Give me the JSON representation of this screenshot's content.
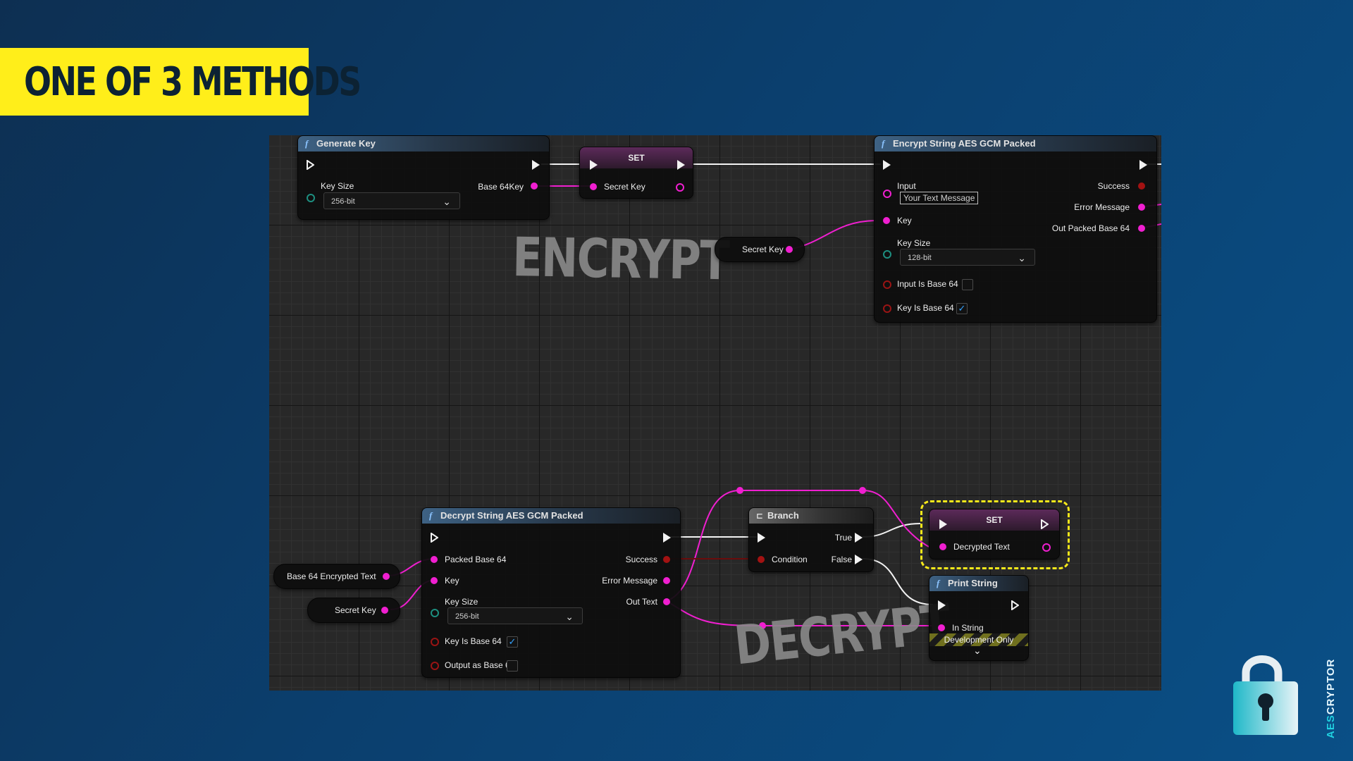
{
  "banner": {
    "text": "ONE OF 3 METHODS",
    "color": "#ffee1a"
  },
  "watermarks": {
    "encrypt": "ENCRYPT",
    "decrypt": "DECRYPT"
  },
  "nodes": {
    "generate_key": {
      "title": "Generate Key",
      "key_size_label": "Key Size",
      "key_size_value": "256-bit",
      "output_label": "Base 64Key"
    },
    "set_secret": {
      "title": "SET",
      "pin_label": "Secret Key"
    },
    "secret_key_var_top": {
      "label": "Secret Key"
    },
    "encrypt": {
      "title": "Encrypt String AES GCM Packed",
      "input_label": "Input",
      "input_value": "Your Text Message",
      "key_label": "Key",
      "key_size_label": "Key Size",
      "key_size_value": "128-bit",
      "input_is_b64_label": "Input Is Base 64",
      "key_is_b64_label": "Key Is Base 64",
      "input_is_b64_checked": "",
      "key_is_b64_checked": "✓",
      "success_label": "Success",
      "error_label": "Error Message",
      "out_packed_label": "Out Packed Base 64"
    },
    "b64_encrypted_var": {
      "label": "Base 64 Encrypted Text"
    },
    "secret_key_var_bottom": {
      "label": "Secret Key"
    },
    "decrypt": {
      "title": "Decrypt String AES GCM Packed",
      "packed_label": "Packed Base 64",
      "key_label": "Key",
      "key_size_label": "Key Size",
      "key_size_value": "256-bit",
      "key_is_b64_label": "Key Is Base 64",
      "key_is_b64_checked": "✓",
      "output_b64_label": "Output as Base 64",
      "output_b64_checked": "",
      "success_label": "Success",
      "error_label": "Error Message",
      "out_text_label": "Out Text"
    },
    "branch": {
      "title": "Branch",
      "condition_label": "Condition",
      "true_label": "True",
      "false_label": "False"
    },
    "set_decrypted": {
      "title": "SET",
      "pin_label": "Decrypted Text"
    },
    "print_string": {
      "title": "Print String",
      "in_string_label": "In String",
      "dev_only_label": "Development Only",
      "expand_icon": "⌄"
    }
  },
  "logo": {
    "brand_prefix": "AES",
    "brand_suffix": "CRYPTOR"
  },
  "colors": {
    "string_pin": "#f01fd0",
    "bool_pin": "#a31212",
    "enum_pin": "#1d8f80",
    "exec": "#f2f2f2",
    "highlight": "#f5e81a"
  }
}
